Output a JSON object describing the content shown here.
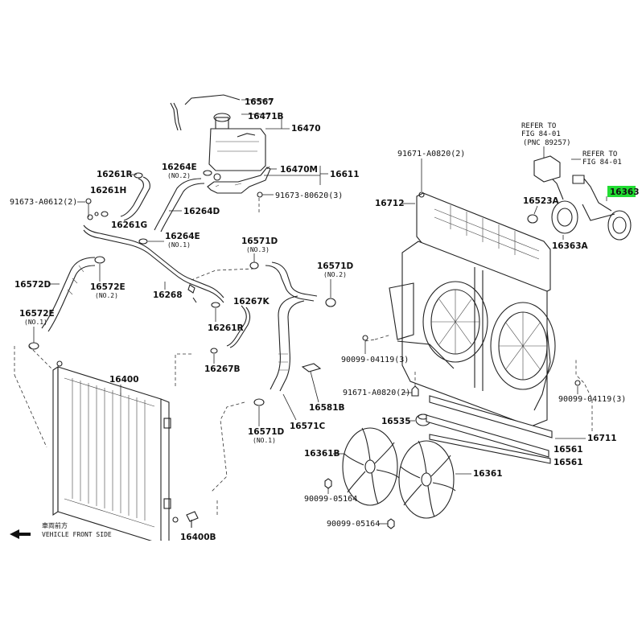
{
  "labels": {
    "p16567": "16567",
    "p16471B": "16471B",
    "p16470": "16470",
    "p16264E_top": "16264E",
    "no2_top": "(NO.2)",
    "p16261R_top": "16261R",
    "p16470M": "16470M",
    "p16611": "16611",
    "p16261H": "16261H",
    "p91673_A0612": "91673-A0612(2)",
    "p16261G": "16261G",
    "p16264D": "16264D",
    "p91673_80620": "91673-80620(3)",
    "p16264E_mid": "16264E",
    "no1_mid": "(NO.1)",
    "p16571D_top": "16571D",
    "no3": "(NO.3)",
    "p16571D_right": "16571D",
    "no2_right": "(NO.2)",
    "p16572D": "16572D",
    "p16572E_mid": "16572E",
    "no2_mid": "(NO.2)",
    "p16268": "16268",
    "p16267K": "16267K",
    "p16572E_left": "16572E",
    "no1_left": "(NO.1)",
    "p16261R_mid": "16261R",
    "p16267B": "16267B",
    "p16400": "16400",
    "p16581B": "16581B",
    "p16571D_bot": "16571D",
    "no1_bot": "(NO.1)",
    "p16571C": "16571C",
    "p16400B": "16400B",
    "refer1_a": "REFER TO",
    "refer1_b": "FIG 84-01",
    "refer1_c": "(PNC 89257)",
    "refer2_a": "REFER TO",
    "refer2_b": "FIG 84-01",
    "p91671_A0820_top": "91671-A0820(2)",
    "p16363": "16363",
    "p16712": "16712",
    "p16523A": "16523A",
    "p16363A": "16363A",
    "p90099_04119_left": "90099-04119(3)",
    "p91671_A0820_mid": "91671-A0820(2)",
    "p90099_04119_right": "90099-04119(3)",
    "p16535": "16535",
    "p16711": "16711",
    "p16361B": "16361B",
    "p16561_a": "16561",
    "p16561_b": "16561",
    "p16361": "16361",
    "p90099_05164_a": "90099-05164",
    "p90099_05164_b": "90099-05164",
    "front_jp": "車両前方",
    "front_en": "VEHICLE FRONT SIDE"
  },
  "colors": {
    "highlight": "#22dd33",
    "ink": "#222222"
  },
  "icons": {
    "front_arrow": "arrow-left-icon"
  }
}
